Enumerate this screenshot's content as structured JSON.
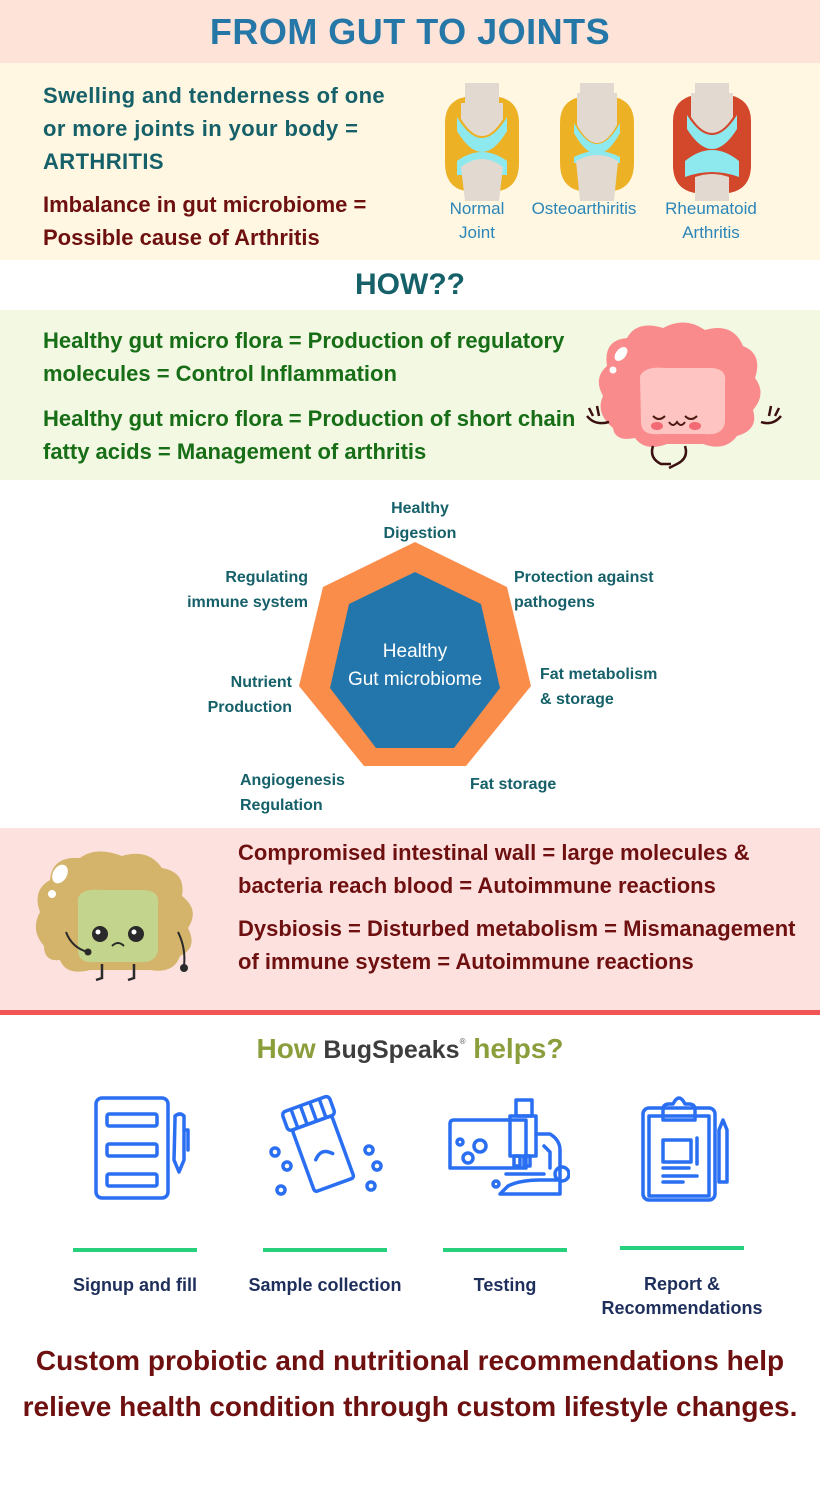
{
  "header": {
    "title": "FROM GUT TO JOINTS"
  },
  "arthritis": {
    "definition": "Swelling and tenderness of one or more joints in your body = ARTHRITIS",
    "cause": "Imbalance in gut microbiome = Possible cause of Arthritis",
    "joints": [
      {
        "label": "Normal Joint",
        "capsule_color": "#edb125"
      },
      {
        "label": "Osteoarthiritis",
        "capsule_color": "#edb125"
      },
      {
        "label": "Rheumatoid Arthritis",
        "capsule_color": "#d3472b"
      }
    ]
  },
  "how": {
    "title": "HOW??",
    "points": [
      "Healthy gut micro flora = Production of regulatory molecules = Control Inflammation",
      "Healthy gut micro flora = Production of short chain fatty acids = Management of arthritis"
    ]
  },
  "microbiome": {
    "center": [
      "Healthy",
      "Gut microbiome"
    ],
    "functions": [
      {
        "line1": "Healthy",
        "line2": "Digestion"
      },
      {
        "line1": "Protection against",
        "line2": "pathogens"
      },
      {
        "line1": "Fat metabolism",
        "line2": "& storage"
      },
      {
        "line1": "Fat storage",
        "line2": ""
      },
      {
        "line1": "Angiogenesis",
        "line2": "Regulation"
      },
      {
        "line1": "Nutrient",
        "line2": "Production"
      },
      {
        "line1": "Regulating",
        "line2": "immune system"
      }
    ],
    "colors": {
      "outer": "#fb8d4b",
      "inner": "#2376ab"
    }
  },
  "problems": {
    "points": [
      "Compromised intestinal wall = large molecules & bacteria reach blood = Autoimmune reactions",
      "Dysbiosis = Disturbed metabolism = Mismanagement of immune system = Autoimmune reactions"
    ]
  },
  "helps": {
    "prefix": "How",
    "brand": "BugSpeaks",
    "registered": "®",
    "suffix": "helps?",
    "steps": [
      {
        "icon": "form-and-pen-icon",
        "label": "Signup and fill"
      },
      {
        "icon": "sample-jar-icon",
        "label": "Sample collection"
      },
      {
        "icon": "microscope-icon",
        "label": "Testing"
      },
      {
        "icon": "clipboard-report-icon",
        "label": "Report & Recommendations"
      }
    ]
  },
  "closing": "Custom probiotic and nutritional recommendations help relieve health condition through custom lifestyle changes."
}
